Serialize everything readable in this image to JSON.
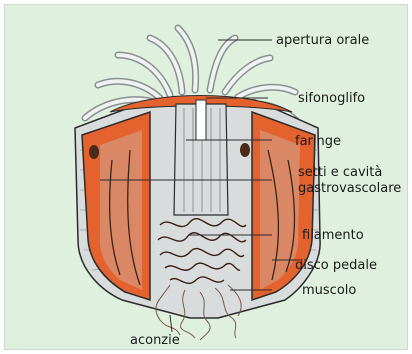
{
  "labels": {
    "apertura_orale": "apertura orale",
    "sifonoglifo": "sifonoglifo",
    "faringe": "faringe",
    "setti_line1": "setti e cavità",
    "setti_line2": "gastrovascolare",
    "filamento": "filamento",
    "disco_pedale": "disco pedale",
    "muscolo": "muscolo",
    "aconzie": "aconzie"
  },
  "colors": {
    "background": "#dff0df",
    "tissue_orange": "#e3622e",
    "ectoderm_grey": "#d9dcdc",
    "outline": "#2b2b2b"
  }
}
